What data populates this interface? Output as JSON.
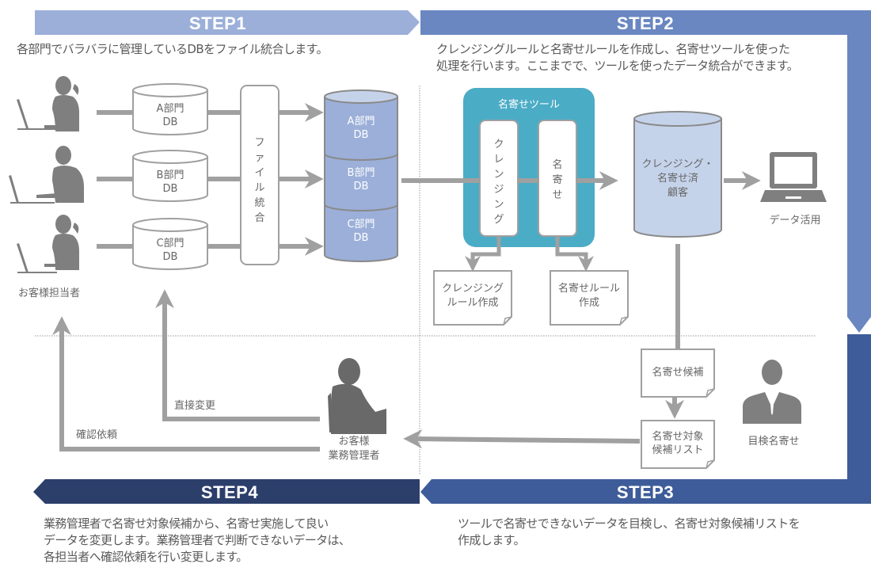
{
  "steps": {
    "step1": {
      "title": "STEP1",
      "description": [
        "各部門でバラバラに管理しているDBをファイル統合します。"
      ],
      "color": "#9BAFD9"
    },
    "step2": {
      "title": "STEP2",
      "description": [
        "クレンジングルールと名寄せルールを作成し、名寄せツールを使った",
        "処理を行います。ここまでで、ツールを使ったデータ統合ができます。"
      ],
      "color": "#6A87C1"
    },
    "step3": {
      "title": "STEP3",
      "description": [
        "ツールで名寄せできないデータを目検し、名寄せ対象候補リストを",
        "作成します。"
      ],
      "color": "#3E5C99"
    },
    "step4": {
      "title": "STEP4",
      "description": [
        "業務管理者で名寄せ対象候補から、名寄せ実施して良い",
        "データを変更します。業務管理者で判断できないデータは、",
        "各担当者へ確認依頼を行い変更します。"
      ],
      "color": "#2C3F6B"
    }
  },
  "step1_area": {
    "persons_label": "お客様担当者",
    "dept_dbs": [
      {
        "line1": "A部門",
        "line2": "DB"
      },
      {
        "line1": "B部門",
        "line2": "DB"
      },
      {
        "line1": "C部門",
        "line2": "DB"
      }
    ],
    "merge_box_label": [
      "フ",
      "ァ",
      "イ",
      "ル",
      "統",
      "合"
    ],
    "stacked_db": [
      {
        "line1": "A部門",
        "line2": "DB"
      },
      {
        "line1": "B部門",
        "line2": "DB"
      },
      {
        "line1": "C部門",
        "line2": "DB"
      }
    ]
  },
  "step2_area": {
    "tool_title": "名寄せツール",
    "cleansing_label": [
      "ク",
      "レ",
      "ン",
      "ジ",
      "ン",
      "グ"
    ],
    "matching_label": [
      "名",
      "寄",
      "せ"
    ],
    "cleansing_rule_doc": [
      "クレンジング",
      "ルール作成"
    ],
    "matching_rule_doc": [
      "名寄せルール",
      "作成"
    ],
    "result_db": [
      "クレンジング・",
      "名寄せ済",
      "顧客"
    ],
    "data_use_label": "データ活用"
  },
  "step3_area": {
    "candidates_doc": "名寄せ候補",
    "candidate_list_doc": [
      "名寄せ対象",
      "候補リスト"
    ],
    "inspector_label": "目検名寄せ"
  },
  "step4_area": {
    "manager_label": [
      "お客様",
      "業務管理者"
    ],
    "direct_change_label": "直接変更",
    "confirm_request_label": "確認依頼"
  },
  "colors": {
    "tool_bg": "#4BACC6",
    "db_fill": "#C5D3EA",
    "stack_db_fill": "#9BAFD9",
    "line_gray": "#A0A0A0",
    "silhouette": "#7F7F7F"
  }
}
